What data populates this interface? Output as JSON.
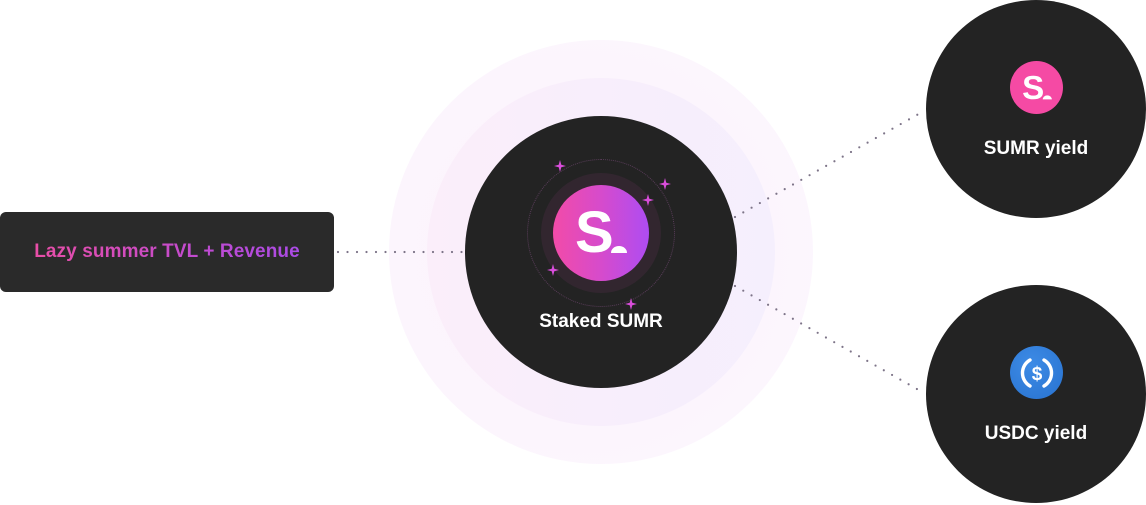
{
  "diagram": {
    "source": {
      "label": "Lazy summer TVL + Revenue",
      "gradient": [
        "#e84ea6",
        "#aa4be6"
      ]
    },
    "center": {
      "label": "Staked SUMR",
      "icon": "sumr-logo-icon",
      "gradient": [
        "#f24ba8",
        "#ae4cf2"
      ],
      "sparkle_color": "#d94ddb"
    },
    "outputs": [
      {
        "label": "SUMR yield",
        "icon": "sumr-logo-icon",
        "icon_color": "#f54aa4"
      },
      {
        "label": "USDC yield",
        "icon": "usdc-icon",
        "icon_color": "#2e7ad8"
      }
    ],
    "connectors": {
      "style": "dotted",
      "color": "#7d7488"
    },
    "colors": {
      "node_bg": "#232323",
      "box_bg": "#2a2a2a",
      "glow": "#f7eefc",
      "text": "#ffffff"
    }
  }
}
